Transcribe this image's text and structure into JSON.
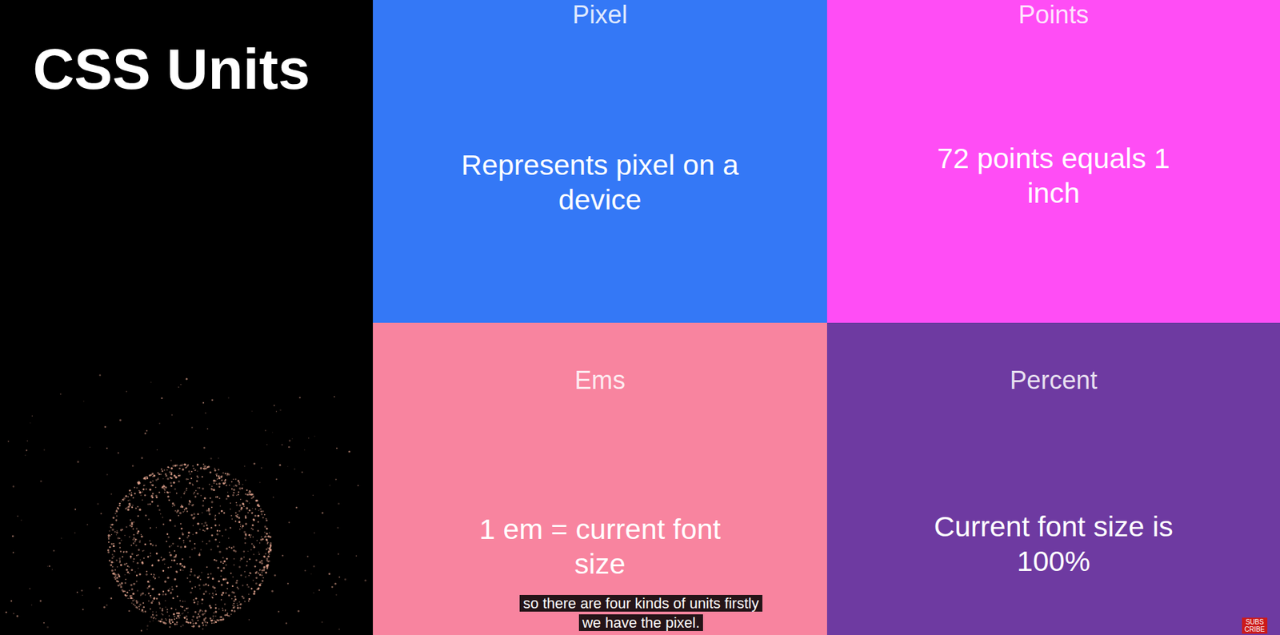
{
  "diagram": {
    "title": "CSS Units",
    "caption": "so there are four kinds of units firstly we have the pixel.",
    "nodes": [
      {
        "text": [
          "Pixel",
          "Represents pixel on a device"
        ]
      },
      {
        "text": [
          "Points",
          "72 points equals 1 inch"
        ]
      },
      {
        "text": [
          "Ems",
          "1 em = current font size"
        ]
      },
      {
        "text": [
          "Percent",
          "Current font size is 100%"
        ]
      }
    ],
    "labels": [
      "SUBS CRIBE"
    ]
  }
}
